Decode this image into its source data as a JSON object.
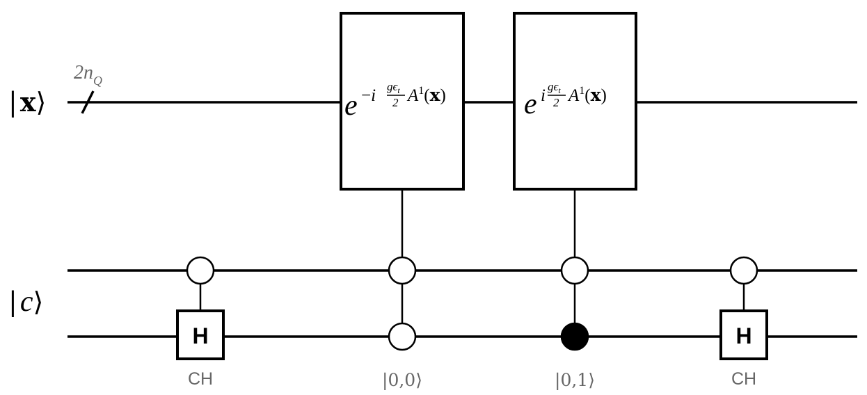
{
  "qubits": {
    "x": {
      "ket_open": "|",
      "symbol": "x",
      "ket_close": "⟩"
    },
    "c": {
      "ket_open": "|",
      "symbol": "c",
      "ket_close": "⟩"
    }
  },
  "register": {
    "size": "2n",
    "subscript": "Q"
  },
  "gates": {
    "u_minus": {
      "base": "e",
      "sign": "−",
      "imag": "i",
      "frac_num": "gϵ",
      "frac_num_sub": "t",
      "frac_den": "2",
      "op": "A",
      "op_sup": "1",
      "arg_open": "(",
      "arg": "x",
      "arg_close": ")"
    },
    "u_plus": {
      "base": "e",
      "imag": "i",
      "frac_num": "gϵ",
      "frac_num_sub": "t",
      "frac_den": "2",
      "op": "A",
      "op_sup": "1",
      "arg_open": "(",
      "arg": "x",
      "arg_close": ")"
    },
    "hadamard_1": {
      "letter": "H"
    },
    "hadamard_2": {
      "letter": "H"
    }
  },
  "labels": {
    "ch_1": "CH",
    "ket_00": "|0,0⟩",
    "ket_01": "|0,1⟩",
    "ch_2": "CH"
  }
}
